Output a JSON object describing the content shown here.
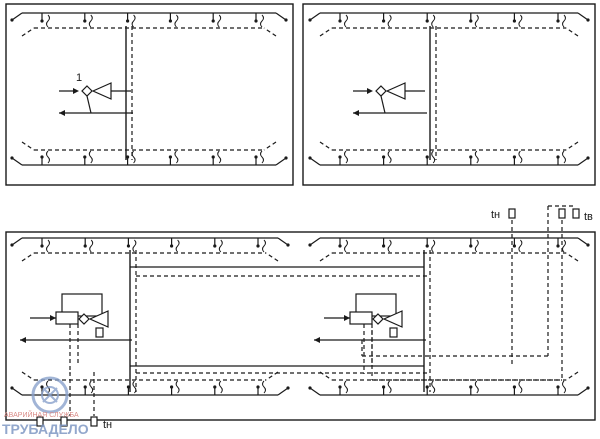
{
  "labels": {
    "item_1": "1",
    "sensor_outdoor_top": "tн",
    "sensor_indoor_top": "tв",
    "sensor_outdoor_bottom": "tн"
  },
  "watermark": {
    "line1": "АВАРИЙНАЯ СЛУЖБА",
    "line2": "ТРУБАДЕЛО"
  },
  "colors": {
    "line": "#1a1a1a",
    "watermark_blue": "#8aa2cc",
    "watermark_red": "#d98a86"
  }
}
